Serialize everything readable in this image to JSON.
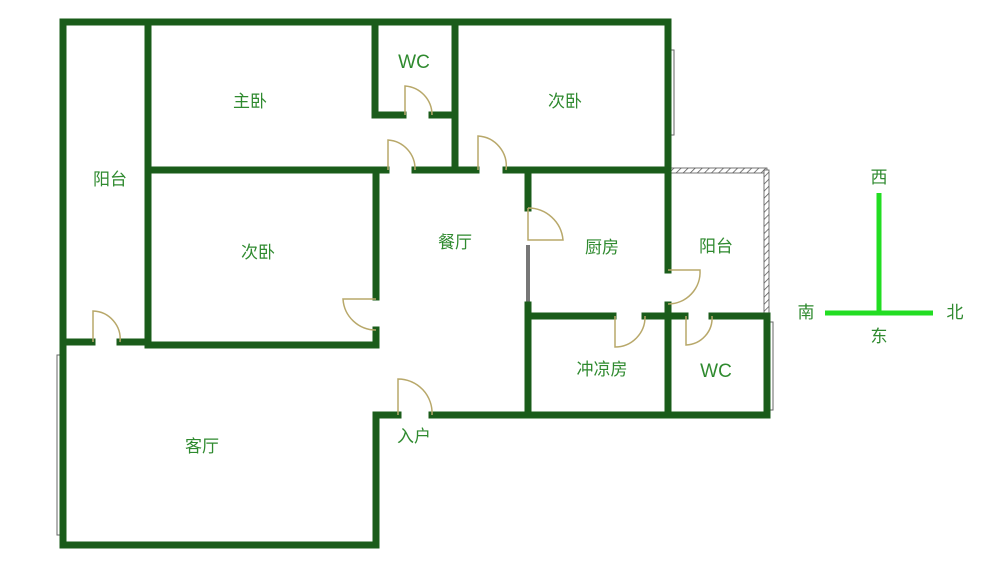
{
  "colors": {
    "wall": "#22dd22",
    "wall_edge": "#1a5c1a",
    "door": "#b8a86a",
    "window": "#888888",
    "text": "#2f8a2f"
  },
  "rooms": {
    "balcony_west": "阳台",
    "master_bedroom": "主卧",
    "wc_master": "WC",
    "second_bedroom_north": "次卧",
    "second_bedroom": "次卧",
    "dining": "餐厅",
    "kitchen": "厨房",
    "balcony_east": "阳台",
    "shower_room": "冲凉房",
    "wc_east": "WC",
    "living_room": "客厅",
    "entrance": "入户"
  },
  "compass": {
    "west": "西",
    "south": "南",
    "north": "北",
    "east": "东"
  }
}
